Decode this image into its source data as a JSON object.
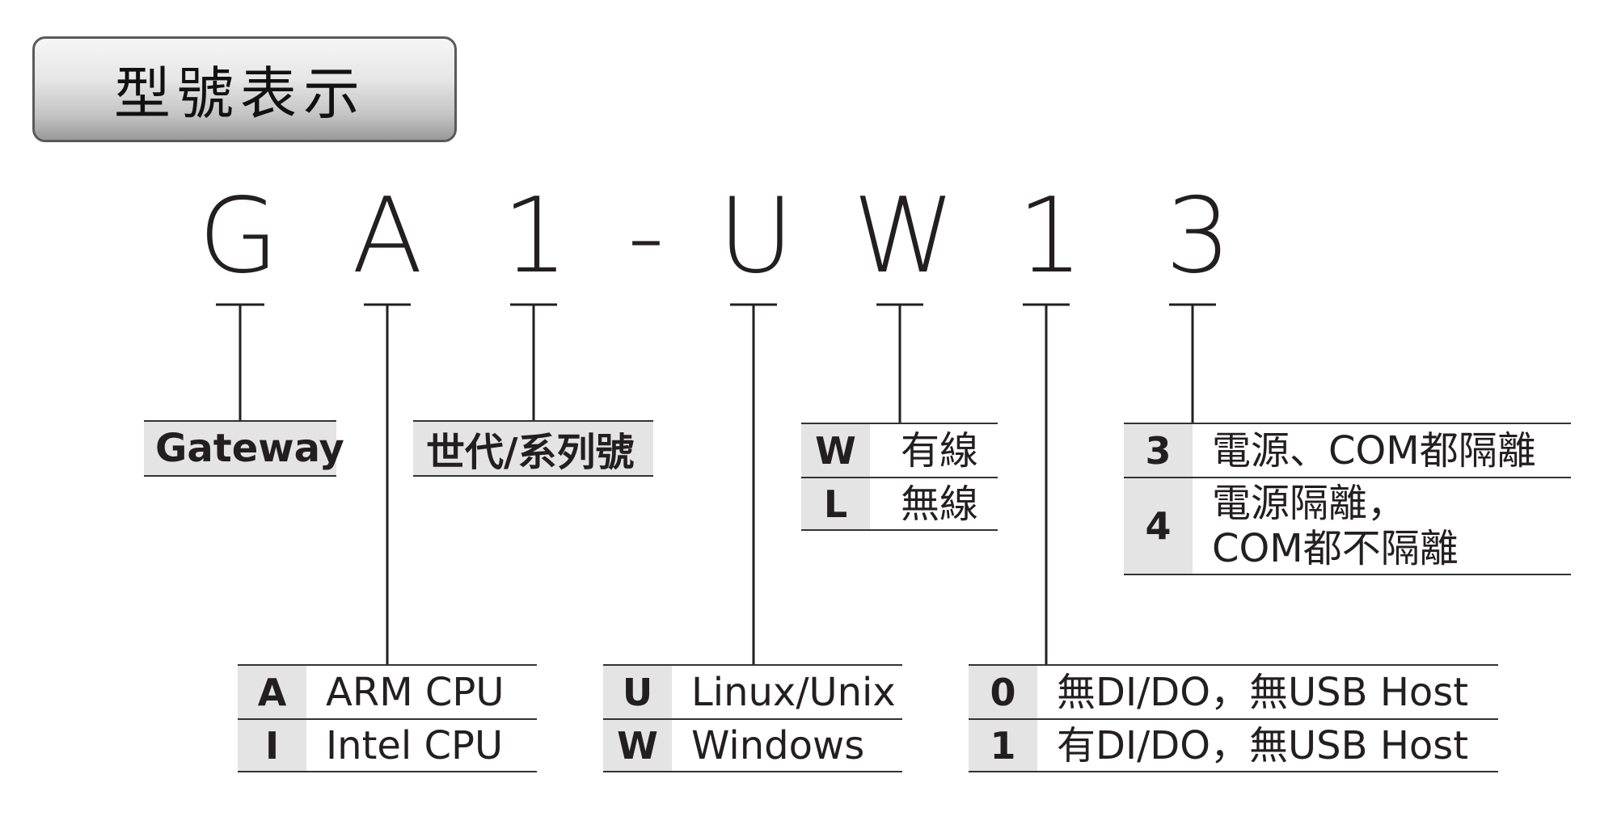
{
  "title": "型號表示",
  "model_code": [
    "G",
    "A",
    "1",
    "-",
    "U",
    "W",
    "1",
    "3"
  ],
  "groups": {
    "gateway": {
      "label": "Gateway"
    },
    "generation": {
      "label": "世代/系列號"
    },
    "cpu": {
      "options": [
        {
          "key": "A",
          "value": "ARM CPU"
        },
        {
          "key": "I",
          "value": "Intel CPU"
        }
      ]
    },
    "os": {
      "options": [
        {
          "key": "U",
          "value": "Linux/Unix"
        },
        {
          "key": "W",
          "value": "Windows"
        }
      ]
    },
    "network": {
      "options": [
        {
          "key": "W",
          "value": "有線"
        },
        {
          "key": "L",
          "value": "無線"
        }
      ]
    },
    "io": {
      "options": [
        {
          "key": "0",
          "value": "無DI/DO，無USB Host"
        },
        {
          "key": "1",
          "value": "有DI/DO，無USB Host"
        }
      ]
    },
    "isolation": {
      "options": [
        {
          "key": "3",
          "value": "電源、COM都隔離"
        },
        {
          "key": "4",
          "value_line1": "電源隔離，",
          "value_line2": "COM都不隔離"
        }
      ]
    }
  }
}
